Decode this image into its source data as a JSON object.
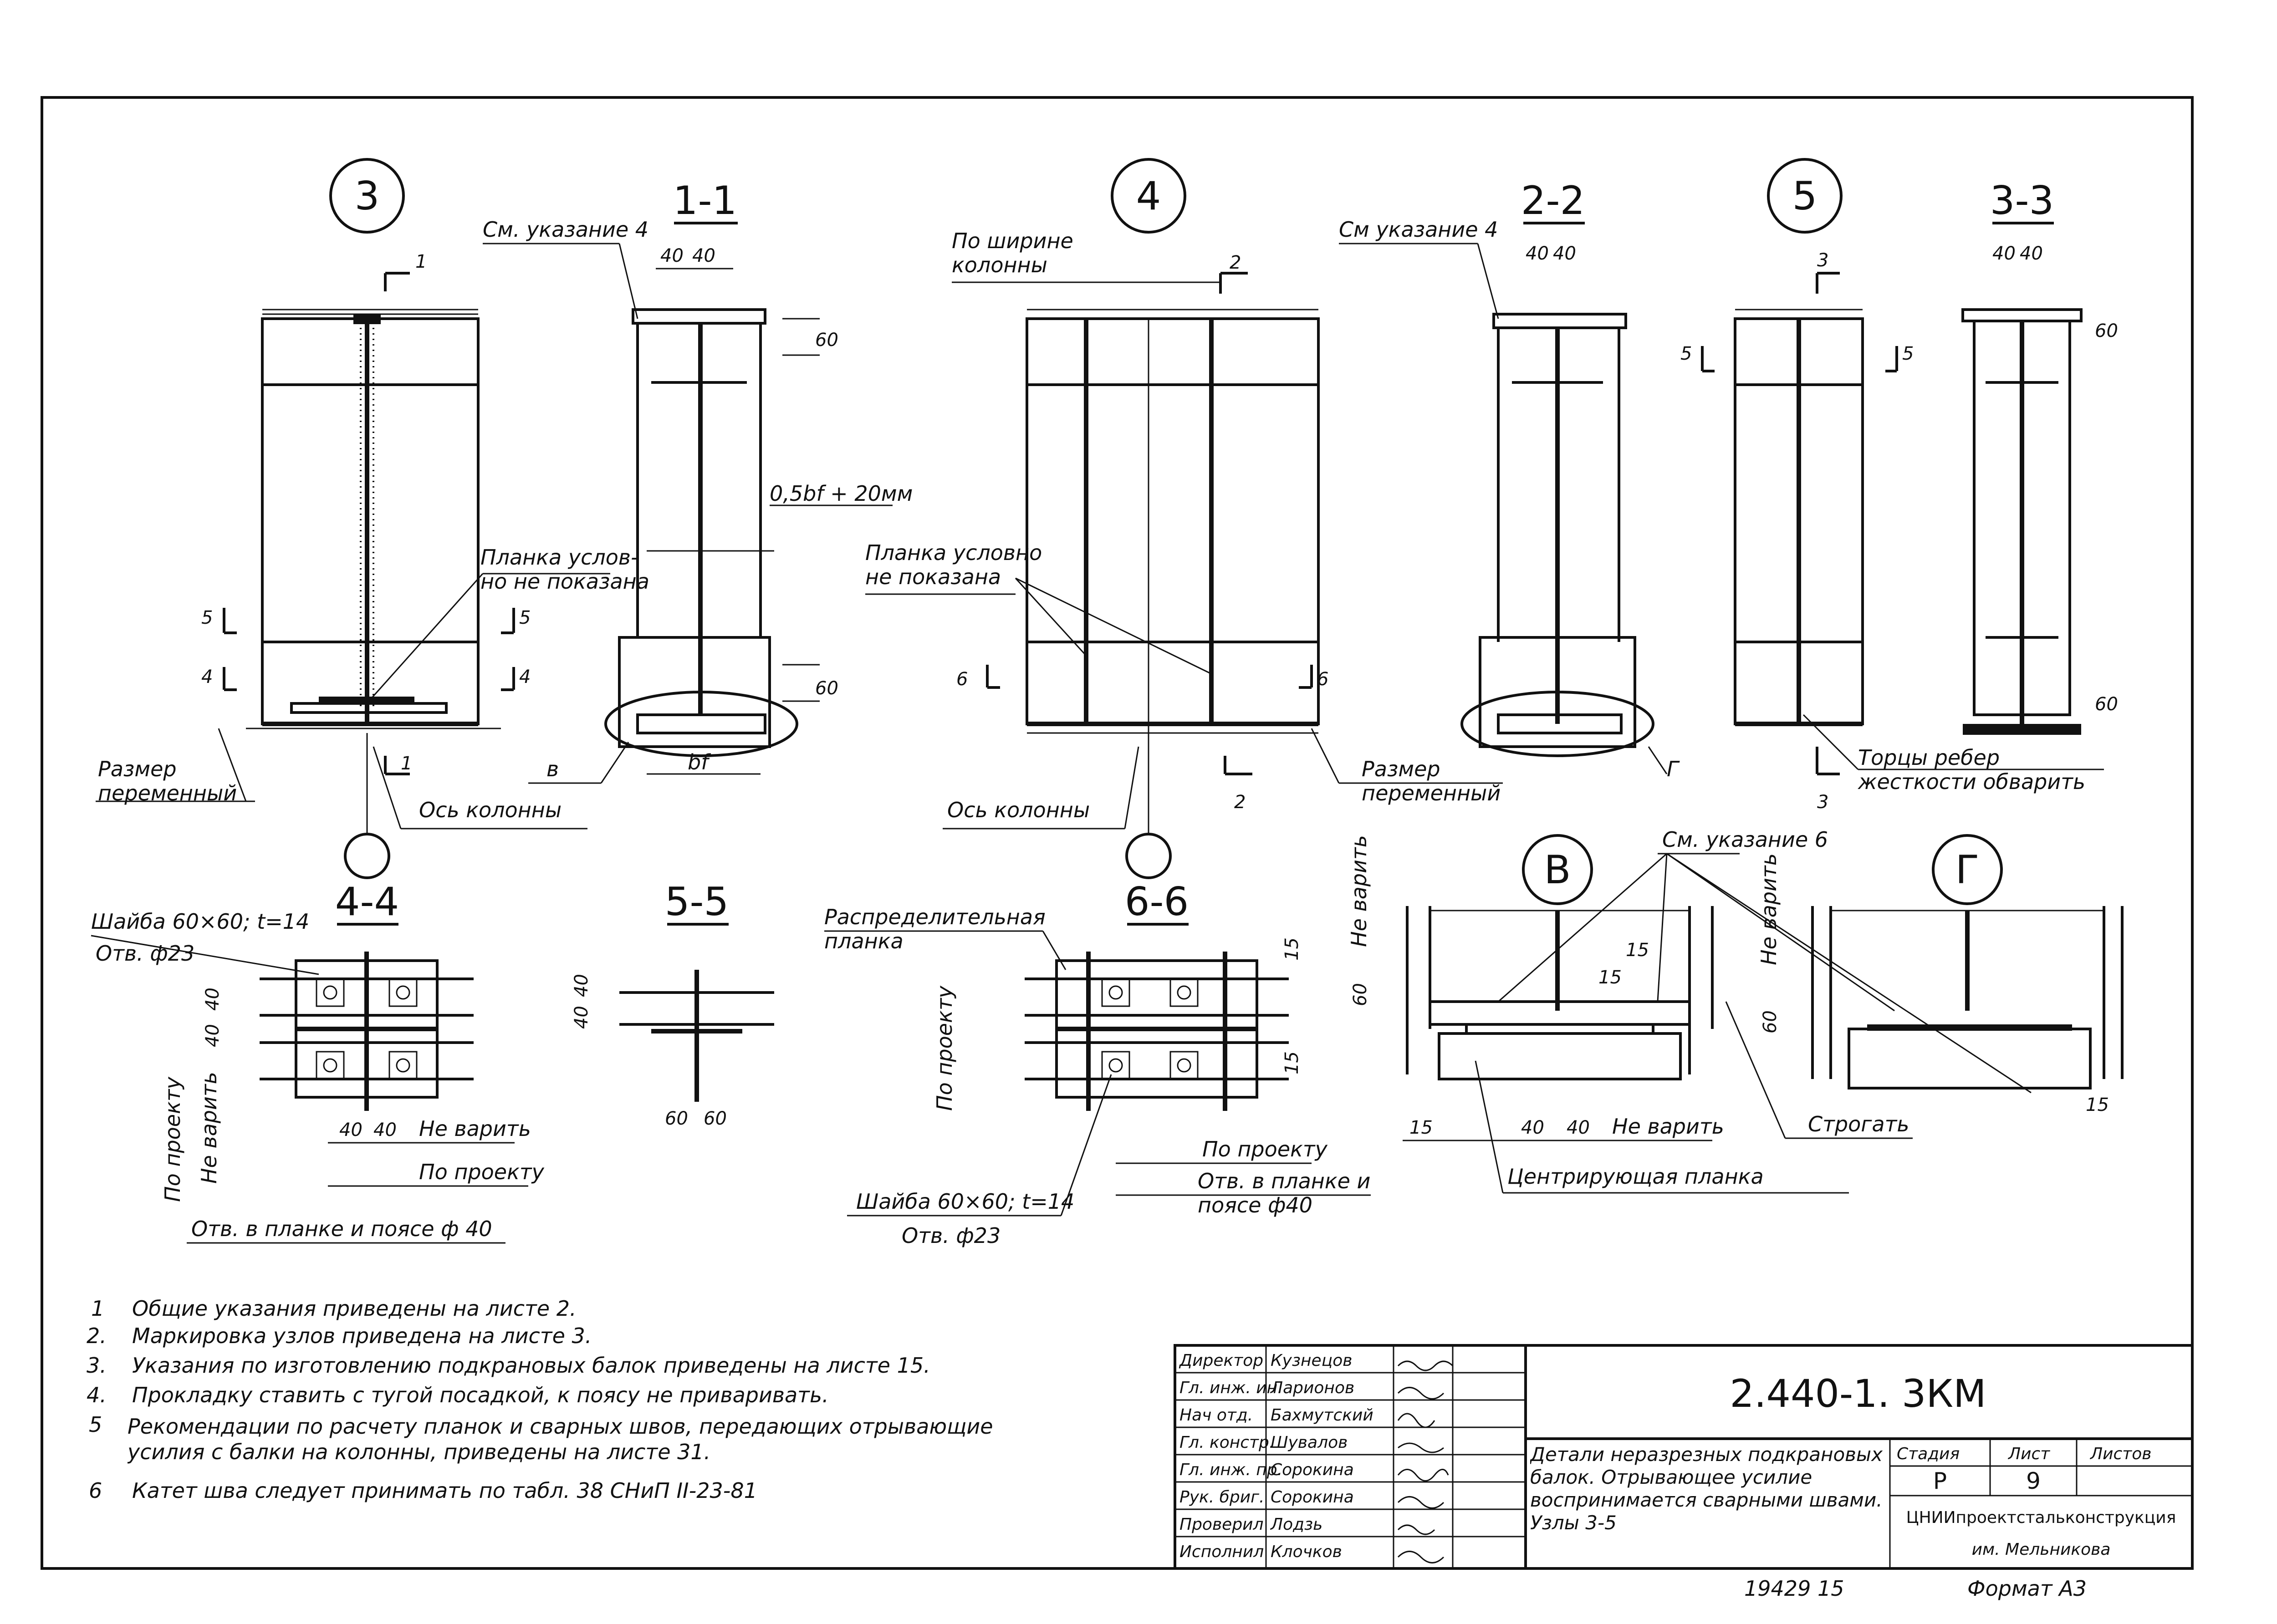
{
  "node_labels": {
    "n3": "3",
    "n4": "4",
    "n5": "5",
    "nV": "В",
    "nG": "Г"
  },
  "section_titles": {
    "s11": "1-1",
    "s22": "2-2",
    "s33": "3-3",
    "s44": "4-4",
    "s55": "5-5",
    "s66": "6-6"
  },
  "cut_marks": {
    "c1": "1",
    "c2": "2",
    "c3": "3",
    "c4": "4",
    "c5": "5",
    "c6": "6",
    "c4r": "4",
    "c5r": "5",
    "c6r": "6",
    "c5b": "5",
    "c5c": "5"
  },
  "annotations": {
    "see_note4_a": "См. указание 4",
    "see_note4_b": "См указание 4",
    "column_width": "По ширине\nколонны",
    "plate_hidden_a": "Планка услов-\nно не показана",
    "plate_hidden_b": "Планка условно\nне показана",
    "size_variable": "Размер\nпеременный",
    "column_axis": "Ось колонны",
    "half_bf": "0,5bf + 20мм",
    "bf": "bf",
    "detail_v": "в",
    "detail_g": "Г",
    "rib_ends": "Торцы ребер\nжесткости обварить",
    "see_note6": "См. указание 6",
    "washer": "Шайба 60×60; t=14",
    "hole23": "Отв. ф23",
    "by_project": "По проекту",
    "no_weld": "Не варить",
    "holes_40": "Отв. в планке и поясе ф 40",
    "holes_40b": "Отв. в планке и\nпоясе ф40",
    "distribution_plate": "Распределительная\nпланка",
    "centering_plate": "Центрирующая планка",
    "plane": "Строгать",
    "dims": {
      "d40": "40",
      "d60": "60",
      "d15": "15"
    }
  },
  "notes": [
    {
      "n": "1",
      "text": "Общие указания приведены на листе 2."
    },
    {
      "n": "2.",
      "text": "Маркировка узлов приведена на листе 3."
    },
    {
      "n": "3.",
      "text": "Указания по изготовлению подкрановых балок приведены на листе 15."
    },
    {
      "n": "4.",
      "text": "Прокладку ставить с тугой посадкой, к поясу не приваривать."
    },
    {
      "n": "5",
      "text": "Рекомендации по расчету планок и сварных швов, передающих отрывающие усилия с балки на колонны, приведены на листе 31."
    },
    {
      "n": "6",
      "text": "Катет шва следует принимать по табл. 38 СНиП II-23-81"
    }
  ],
  "title_block": {
    "code": "2.440-1. 3КМ",
    "people": [
      {
        "role": "Директор",
        "name": "Кузнецов"
      },
      {
        "role": "Гл. инж. ин.",
        "name": "Ларионов"
      },
      {
        "role": "Нач отд.",
        "name": "Бахмутский"
      },
      {
        "role": "Гл. констр.",
        "name": "Шувалов"
      },
      {
        "role": "Гл. инж. пр.",
        "name": "Сорокина"
      },
      {
        "role": "Рук. бриг.",
        "name": "Сорокина"
      },
      {
        "role": "Проверил",
        "name": "Лодзь"
      },
      {
        "role": "Исполнил",
        "name": "Клочков"
      }
    ],
    "description": "Детали неразрезных подкрановых балок. Отрывающее усилие воспринимается сварными швами. Узлы 3-5",
    "stage_label": "Стадия",
    "sheet_label": "Лист",
    "sheets_label": "Листов",
    "stage": "Р",
    "sheet": "9",
    "org1": "ЦНИИпроектстальконструкция",
    "org2": "им. Мельникова"
  },
  "footer": {
    "inventory": "19429 15",
    "format": "Формат А3"
  }
}
